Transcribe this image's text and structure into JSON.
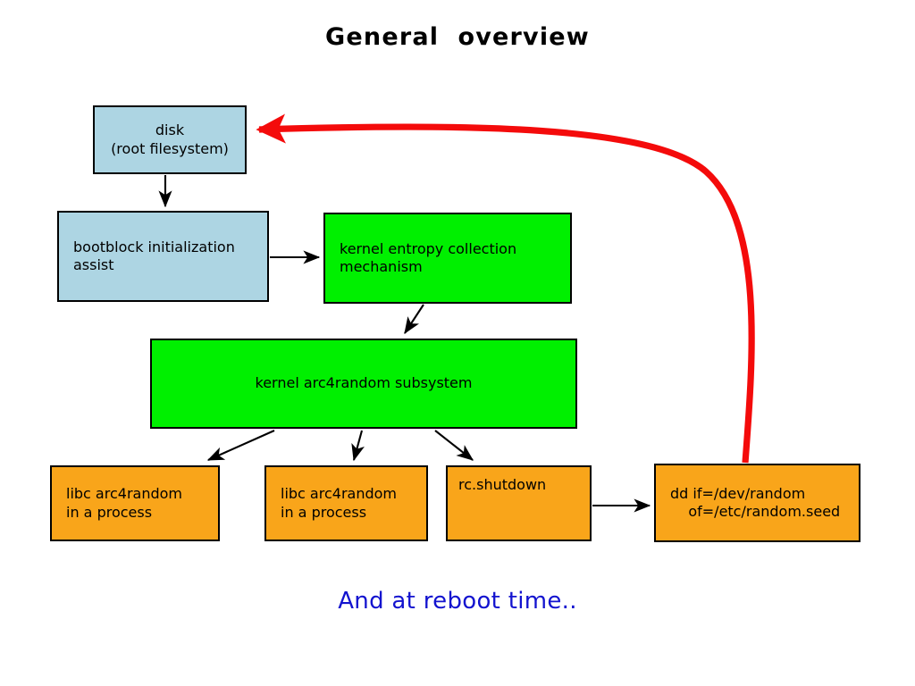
{
  "slide": {
    "title": "General  overview",
    "caption": "And at reboot time..",
    "title_color": "#000000",
    "caption_color": "#1313cf",
    "background": "#ffffff"
  },
  "palette": {
    "blue_fill": "#add5e3",
    "green_fill": "#00f000",
    "orange_fill": "#f9a51a",
    "outline": "#000000",
    "feedback_arrow": "#f40b0b",
    "edge": "#000000"
  },
  "nodes": [
    {
      "id": "disk",
      "label": "disk\n(root filesystem)",
      "fill": "#add5e3",
      "align": "center"
    },
    {
      "id": "bootblock",
      "label": "bootblock initialization\nassist",
      "fill": "#add5e3",
      "align": "left"
    },
    {
      "id": "entropy",
      "label": "kernel entropy collection\nmechanism",
      "fill": "#00f000",
      "align": "left"
    },
    {
      "id": "arc4random",
      "label": "kernel arc4random subsystem",
      "fill": "#00f000",
      "align": "center"
    },
    {
      "id": "libc1",
      "label": "libc arc4random\nin a process",
      "fill": "#f9a51a",
      "align": "left"
    },
    {
      "id": "libc2",
      "label": "libc arc4random\nin a process",
      "fill": "#f9a51a",
      "align": "left"
    },
    {
      "id": "rcshutdown",
      "label": "rc.shutdown",
      "fill": "#f9a51a",
      "align": "topleft"
    },
    {
      "id": "ddseed",
      "label": "dd if=/dev/random\n    of=/etc/random.seed",
      "fill": "#f9a51a",
      "align": "left"
    }
  ],
  "edges": [
    {
      "id": "disk-to-bootblock",
      "from": "disk",
      "to": "bootblock",
      "style": "black-arrow"
    },
    {
      "id": "bootblock-to-entropy",
      "from": "bootblock",
      "to": "entropy",
      "style": "black-arrow"
    },
    {
      "id": "entropy-to-arc4random",
      "from": "entropy",
      "to": "arc4random",
      "style": "black-arrow"
    },
    {
      "id": "arc4random-to-libc1",
      "from": "arc4random",
      "to": "libc1",
      "style": "black-arrow"
    },
    {
      "id": "arc4random-to-libc2",
      "from": "arc4random",
      "to": "libc2",
      "style": "black-arrow"
    },
    {
      "id": "arc4random-to-rcshutdown",
      "from": "arc4random",
      "to": "rcshutdown",
      "style": "black-arrow"
    },
    {
      "id": "rcshutdown-to-ddseed",
      "from": "rcshutdown",
      "to": "ddseed",
      "style": "black-arrow"
    },
    {
      "id": "ddseed-to-disk-feedback",
      "from": "ddseed",
      "to": "disk",
      "style": "red-thick-curve"
    }
  ]
}
